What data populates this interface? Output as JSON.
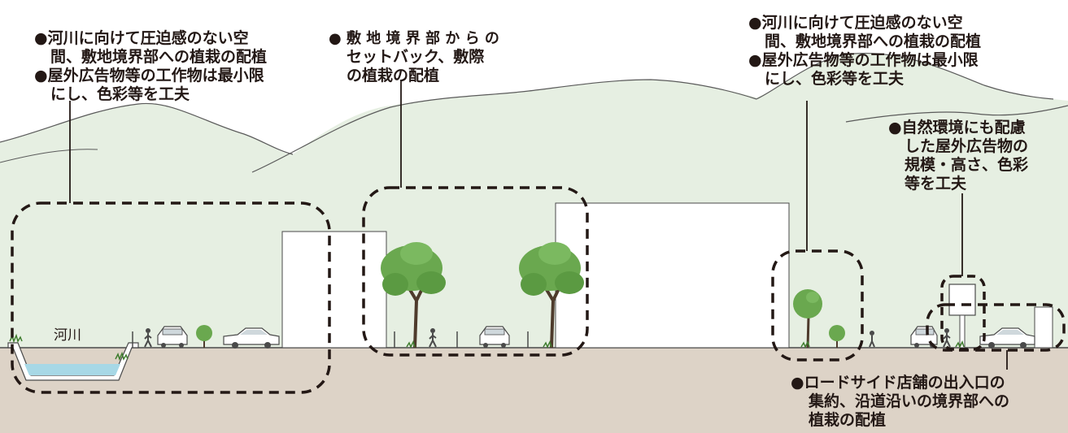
{
  "river_label": "河川",
  "annotations": [
    {
      "id": "river-side",
      "lines": [
        "●河川に向けて圧迫感のない空",
        "間、敷地境界部への植栽の配植",
        "●屋外広告物等の工作物は最小限",
        "にし、色彩等を工夫"
      ]
    },
    {
      "id": "setback",
      "lines": [
        "● 敷 地 境 界 部 か ら の",
        "セットバック、敷際",
        "の植栽の配植"
      ]
    },
    {
      "id": "right-side",
      "lines": [
        "●河川に向けて圧迫感のない空",
        "間、敷地境界部への植栽の配植",
        "●屋外広告物等の工作物は最小限",
        "にし、色彩等を工夫"
      ]
    },
    {
      "id": "signage",
      "lines": [
        "●自然環境にも配慮",
        "した屋外広告物の",
        "規模・高さ、色彩",
        "等を工夫"
      ]
    },
    {
      "id": "roadside",
      "lines": [
        "●ロードサイド店舗の出入口の",
        "集約、沿道沿いの境界部への",
        "植栽の配植"
      ]
    }
  ],
  "colors": {
    "sky": "#ffffff",
    "mountain": "#e6efe2",
    "mountain_outline": "#5a5a5a",
    "ground": "#ddd3c7",
    "water": "#a7d8e6",
    "tree_leaves": "#6aa84f",
    "tree_trunk": "#4e3b2c",
    "dash": "#231815",
    "text": "#231815"
  }
}
